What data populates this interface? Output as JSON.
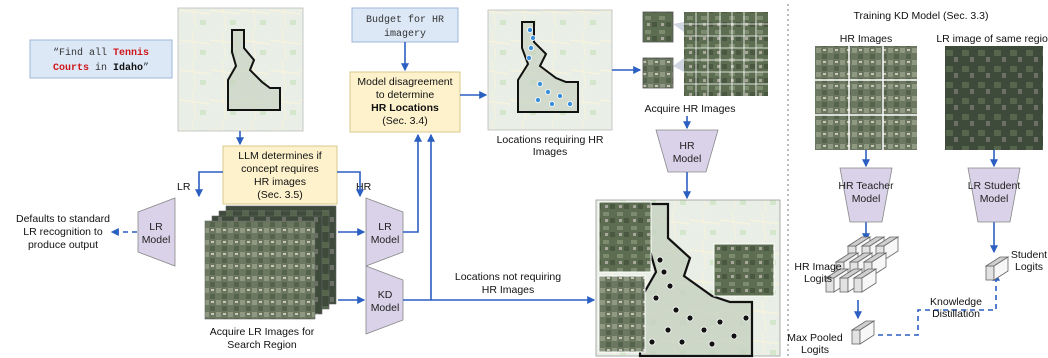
{
  "query": {
    "prefix": "“Find all ",
    "w1": "Tennis",
    "w2": "Courts",
    "mid": " in ",
    "w3": "Idaho",
    "suffix": "”",
    "highlight_color": "#d0161b"
  },
  "budget": {
    "line1": "Budget for HR",
    "line2": "imagery"
  },
  "disagreement": {
    "line1": "Model disagreement",
    "line2": "to determine",
    "line3": "HR Locations",
    "line4": "(Sec. 3.4)",
    "accent": "#2b8fd8"
  },
  "llm": {
    "line1": "LLM determines if",
    "line2": "concept requires",
    "line3": "HR images",
    "line4": "(Sec. 3.5)"
  },
  "branches": {
    "lr": "LR",
    "hr": "HR"
  },
  "defaults": {
    "line1": "Defaults to standard",
    "line2": "LR recognition to",
    "line3": "produce output"
  },
  "models": {
    "lr_left": [
      "LR",
      "Model"
    ],
    "lr_mid": [
      "LR",
      "Model"
    ],
    "kd_mid": [
      "KD",
      "Model"
    ],
    "hr": [
      "HR",
      "Model"
    ],
    "hr_teacher": [
      "HR Teacher",
      "Model"
    ],
    "lr_student": [
      "LR Student",
      "Model"
    ]
  },
  "captions": {
    "acquire_lr": [
      "Acquire LR Images for",
      "Search Region"
    ],
    "locations_hr": [
      "Locations requiring HR",
      "Images"
    ],
    "acquire_hr": "Acquire HR Images",
    "locations_not_hr": [
      "Locations not requiring",
      "HR Images"
    ]
  },
  "training": {
    "title": "Training KD Model (Sec. 3.3)",
    "hr_images": "HR Images",
    "lr_same": "LR image of same region",
    "hr_logits": [
      "HR Image",
      "Logits"
    ],
    "max_pooled": [
      "Max Pooled",
      "Logits"
    ],
    "student_logits": [
      "Student",
      "Logits"
    ],
    "kd": [
      "Knowledge",
      "Distillation"
    ]
  },
  "colors": {
    "arrow": "#2b5fc2",
    "yellow_box": "#fdf2cc",
    "blue_box": "#dce8f6",
    "model_fill": "#d9d2e9"
  }
}
